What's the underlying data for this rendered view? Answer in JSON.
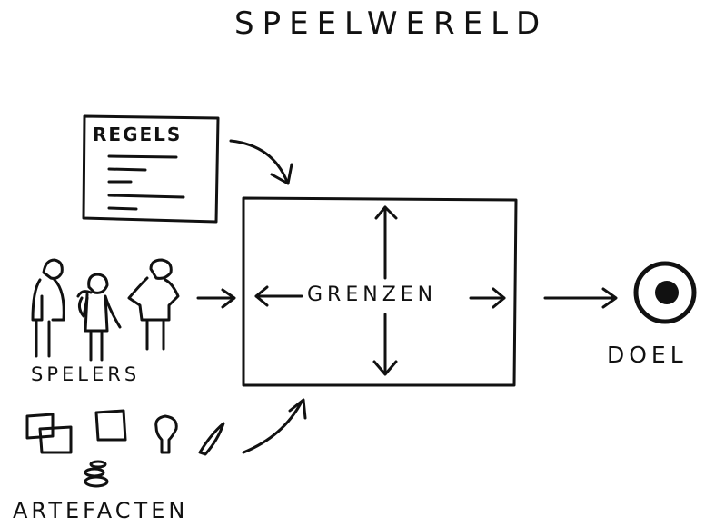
{
  "title": "SPEELWERELD",
  "rules": {
    "label": "REGELS"
  },
  "boundaries": {
    "label": "GRENZEN"
  },
  "players": {
    "label": "SPELERS"
  },
  "goal": {
    "label": "DOEL"
  },
  "artifacts": {
    "label": "ARTEFACTEN"
  }
}
